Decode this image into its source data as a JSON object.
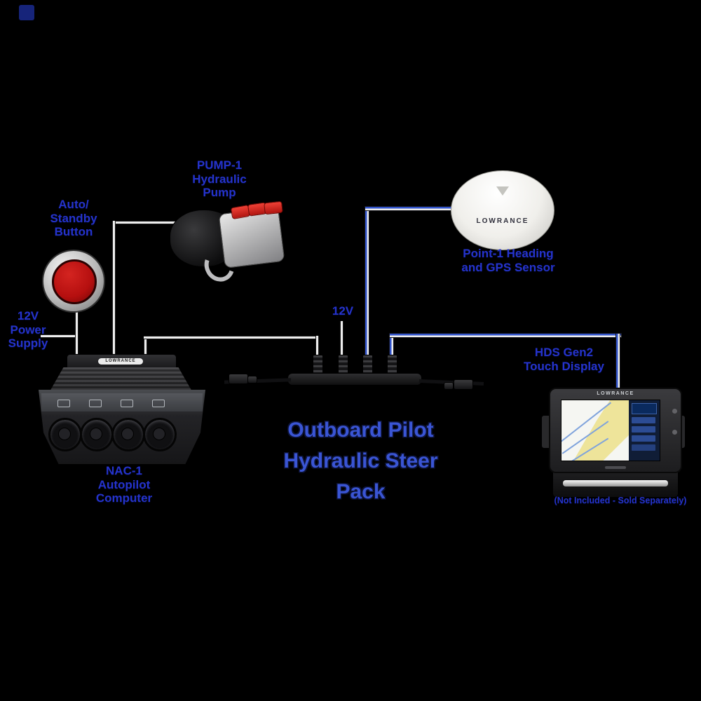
{
  "colors": {
    "background": "#000000",
    "label_blue": "#2533cc",
    "title_blue": "#3a55d4",
    "button_red": "#b50f0f",
    "cable_blue": "#3153cb"
  },
  "title": {
    "lines": [
      "Outboard Pilot",
      "Hydraulic Steer",
      "Pack"
    ]
  },
  "pump": {
    "label_lines": [
      "PUMP-1",
      "Hydraulic",
      "Pump"
    ]
  },
  "autostandby_button": {
    "label_lines": [
      "Auto/",
      "Standby",
      "Button"
    ]
  },
  "power_supply": {
    "label_lines": [
      "12V",
      "Power",
      "Supply"
    ]
  },
  "computer": {
    "brand": "LOWRANCE",
    "label_lines": [
      "NAC-1",
      "Autopilot",
      "Computer"
    ]
  },
  "network": {
    "power_label": "12V"
  },
  "gps": {
    "brand": "LOWRANCE",
    "label_lines": [
      "Point-1 Heading",
      "and GPS Sensor"
    ]
  },
  "display": {
    "brand": "LOWRANCE",
    "label_lines": [
      "HDS Gen2",
      "Touch Display"
    ],
    "caption": "(Not Included - Sold Separately)"
  }
}
